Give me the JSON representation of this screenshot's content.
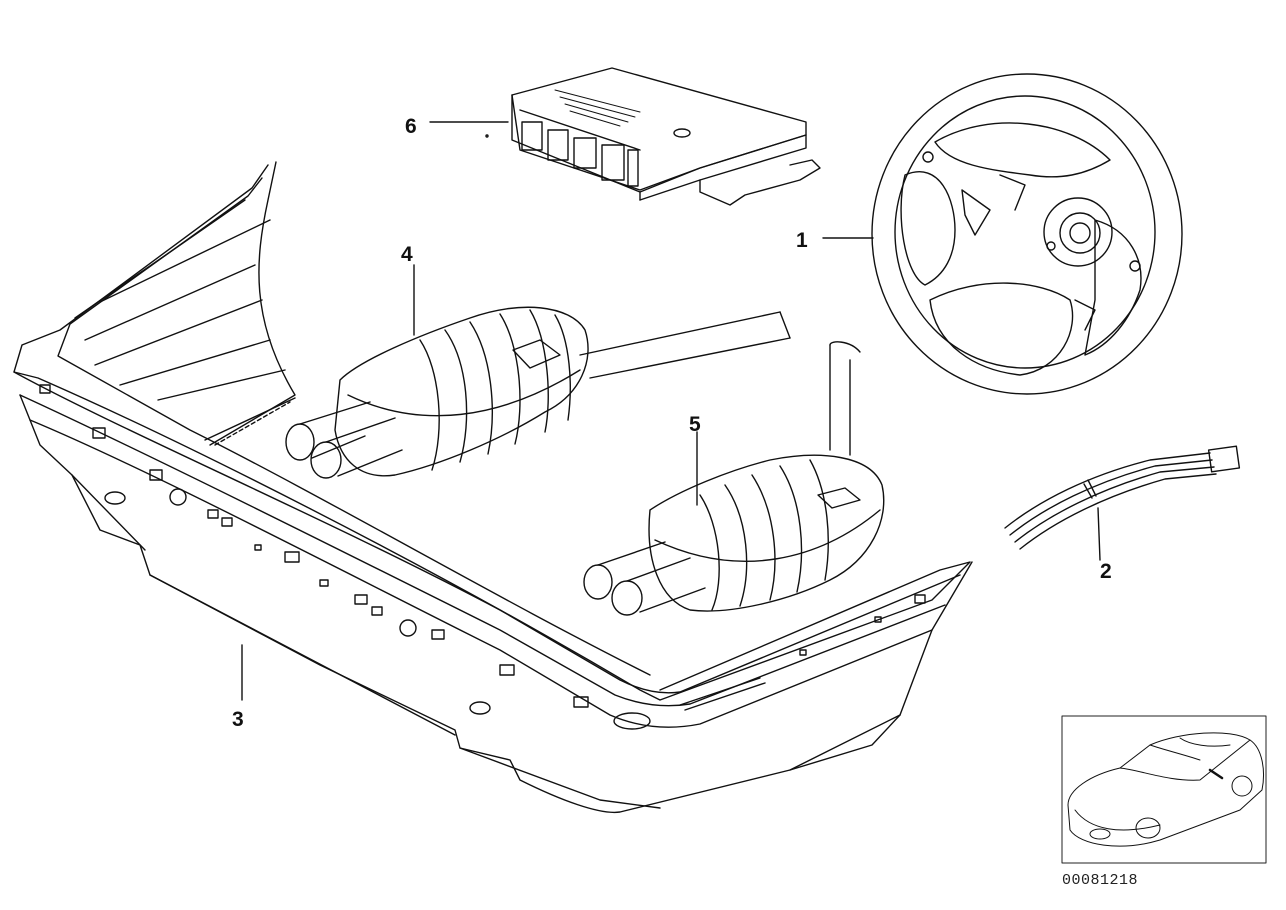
{
  "callouts": {
    "p1": "1",
    "p2": "2",
    "p3": "3",
    "p4": "4",
    "p5": "5",
    "p6": "6"
  },
  "diagram_id": "00081218",
  "parts": [
    {
      "number": "1",
      "icon": "steering-wheel-icon"
    },
    {
      "number": "2",
      "icon": "wiring-harness-icon"
    },
    {
      "number": "3",
      "icon": "rear-bumper-icon"
    },
    {
      "number": "4",
      "icon": "rear-muffler-left-icon"
    },
    {
      "number": "5",
      "icon": "rear-muffler-right-icon"
    },
    {
      "number": "6",
      "icon": "control-module-icon"
    }
  ]
}
